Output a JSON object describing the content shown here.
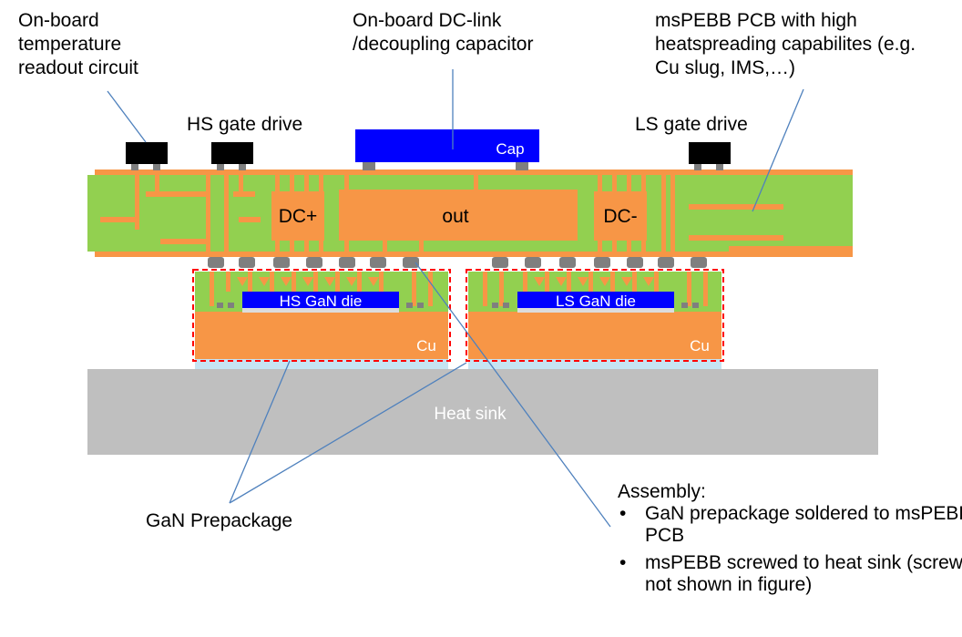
{
  "labels": {
    "temp_readout": "On-board temperature readout circuit",
    "dc_link_cap": "On-board DC-link /decoupling capacitor",
    "pcb_desc": "msPEBB PCB with high heatspreading capabilites (e.g. Cu slug, IMS,…)",
    "hs_gate": "HS gate drive",
    "ls_gate": "LS gate drive",
    "gan_prepackage": "GaN Prepackage",
    "assembly_title": "Assembly:",
    "assembly_items": [
      "GaN prepackage soldered to msPEBB PCB",
      "msPEBB screwed to heat sink (screws not shown in figure)"
    ]
  },
  "components": {
    "cap": "Cap",
    "dc_plus": "DC+",
    "out": "out",
    "dc_minus": "DC-",
    "hs_die": "HS GaN die",
    "ls_die": "LS GaN die",
    "cu": "Cu",
    "heat_sink": "Heat sink"
  },
  "colors": {
    "pcb_green": "#92d050",
    "copper": "#f79646",
    "die_blue": "#0000ff",
    "heat_sink_gray": "#bfbfbf",
    "callout_line": "#4f81bd",
    "prepackage_outline": "#ff0000",
    "thermal_interface": "#c6e4f2"
  }
}
